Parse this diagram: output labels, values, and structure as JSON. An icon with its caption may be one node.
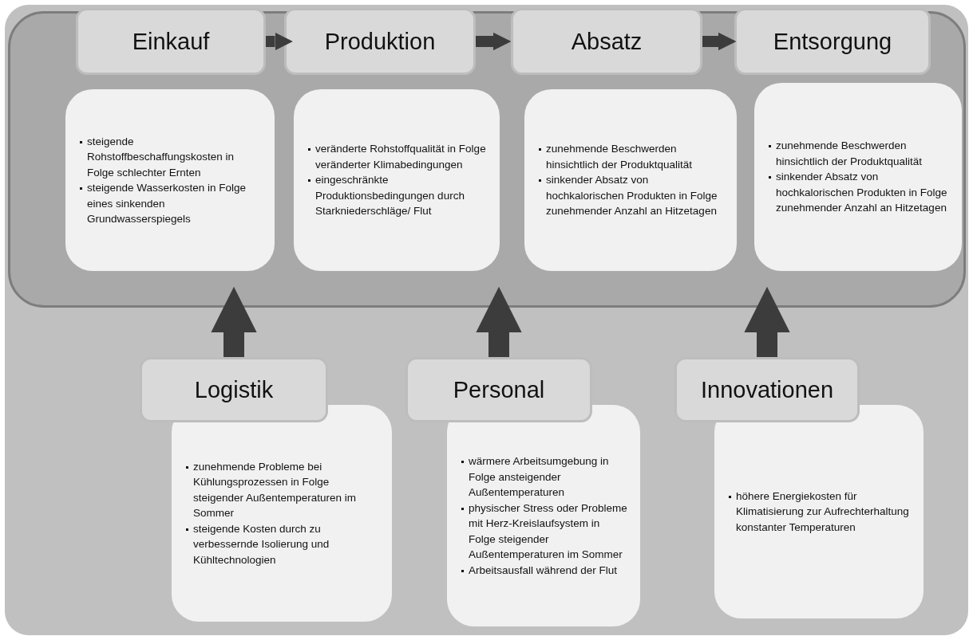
{
  "diagram": {
    "nodes": [
      {
        "text": [],
        "shape": "box"
      },
      {
        "text": [
          "Einkauf"
        ],
        "in": 0
      },
      {
        "text": [
          "steigende Rohstoffbeschaffungskosten in Folge schlechter Ernten",
          "steigende Wasserkosten in Folge eines sinkenden Grundwasserspiegels"
        ],
        "in": 0
      },
      {
        "text": [
          "Produktion"
        ],
        "in": 0
      },
      {
        "text": [
          "veränderte Rohstoffqualität in Folge veränderter Klimabedingungen",
          "eingeschränkte Produktionsbedingungen durch Starkniederschläge/ Flut"
        ],
        "in": 0
      },
      {
        "text": [
          "Absatz"
        ],
        "in": 0
      },
      {
        "text": [
          "zunehmende Beschwerden hinsichtlich der Produktqualität",
          "sinkender Absatz von hochkalorischen Produkten in Folge zunehmender Anzahl an Hitzetagen"
        ],
        "in": 0
      },
      {
        "text": [
          "Entsorgung"
        ],
        "in": 0
      },
      {
        "text": [
          "zunehmende Beschwerden hinsichtlich der Produktqualität",
          "sinkender Absatz von hochkalorischen Produkten in Folge zunehmender Anzahl an Hitzetagen"
        ],
        "in": 0
      },
      {
        "text": [
          "Logistik"
        ]
      },
      {
        "text": [
          "zunehmende Probleme bei Kühlungsprozessen in Folge steigender Außentemperaturen im Sommer",
          "steigende Kosten durch zu verbessernde Isolierung und Kühltechnologien"
        ]
      },
      {
        "text": [
          "Personal"
        ]
      },
      {
        "text": [
          "wärmere Arbeitsumgebung in Folge ansteigender Außentemperaturen",
          "physischer Stress oder Probleme mit Herz-Kreislaufsystem in Folge steigender Außentemperaturen im Sommer",
          "Arbeitsausfall während der Flut"
        ]
      },
      {
        "text": [
          "Innovationen"
        ]
      },
      {
        "text": [
          "höhere Energiekosten für Klimatisierung zur Aufrechterhaltung konstanter Temperaturen"
        ]
      }
    ],
    "edges": [
      {
        "from": 1,
        "to": 3,
        "arrow": "to"
      },
      {
        "from": 3,
        "to": 5,
        "arrow": "to"
      },
      {
        "from": 5,
        "to": 7,
        "arrow": "to"
      },
      {
        "from": 9,
        "to": 0,
        "arrow": "to",
        "style": "thick"
      },
      {
        "from": 11,
        "to": 0,
        "arrow": "to",
        "style": "thick"
      },
      {
        "from": 13,
        "to": 0,
        "arrow": "to",
        "style": "thick"
      }
    ]
  }
}
